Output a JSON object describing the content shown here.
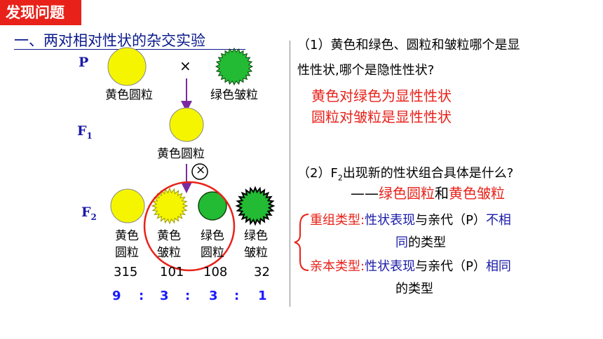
{
  "header": {
    "tag": "发现问题",
    "title": "一、两对相对性状的杂交实验"
  },
  "cross": {
    "gen_p": "P",
    "gen_f1_base": "F",
    "gen_f1_sub": "1",
    "gen_f2_base": "F",
    "gen_f2_sub": "2",
    "cross_sign": "×",
    "parent1_label": "黄色圆粒",
    "parent2_label": "绿色皱粒",
    "f1_label": "黄色圆粒",
    "self_sign": "×",
    "f2": [
      {
        "line1": "黄色",
        "line2": "圆粒",
        "count": "315",
        "ratio": "9"
      },
      {
        "line1": "黄色",
        "line2": "皱粒",
        "count": "101",
        "ratio": "3"
      },
      {
        "line1": "绿色",
        "line2": "圆粒",
        "count": "108",
        "ratio": "3"
      },
      {
        "line1": "绿色",
        "line2": "皱粒",
        "count": "32",
        "ratio": "1"
      }
    ],
    "ratio_sep": ":"
  },
  "questions": {
    "q1_line1": "（1）黄色和绿色、圆粒和皱粒哪个是显",
    "q1_line2": "性性状,哪个是隐性性状?",
    "a1_line1": "黄色对绿色为显性性状",
    "a1_line2": "圆粒对皱粒是显性性状",
    "q2_pre": "（2）F",
    "q2_sub": "2",
    "q2_post": "出现新的性状组合具体是什么?",
    "a2_dash": "——",
    "a2_part1": "绿色圆粒",
    "a2_and": "和",
    "a2_part2": "黄色皱粒",
    "recomb_label": "重组类型:",
    "recomb_term": "性状表现",
    "recomb_mid": "与亲代（P）",
    "recomb_end": "不相",
    "recomb_end2": "同",
    "recomb_tail": "的类型",
    "parental_label": "亲本类型:",
    "parental_term": "性状表现",
    "parental_mid": "与亲代（P）",
    "parental_end": "相同",
    "parental_tail": "的类型"
  },
  "colors": {
    "yellow": "#f5f500",
    "green": "#22bb33",
    "red": "#e8221a",
    "blue": "#1a1aa8",
    "arrow": "#7a2aa0"
  }
}
